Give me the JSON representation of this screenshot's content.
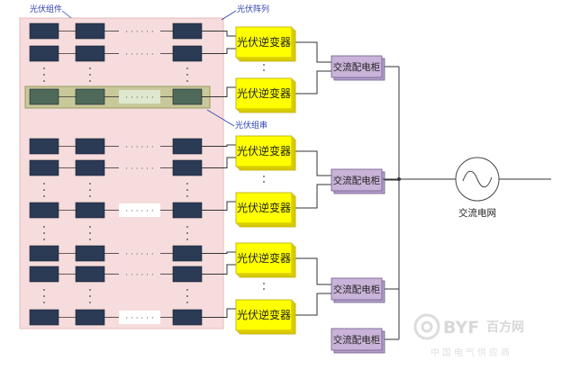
{
  "labels": {
    "module": "光伏组件",
    "array": "光伏阵列",
    "string": "光伏组串",
    "inverter": "光伏逆变器",
    "ac_cabinet": "交流配电柜",
    "grid": "交流电网",
    "dots_row": "· · · · · ·",
    "dots_col": "·\n·\n·"
  },
  "watermark": {
    "brand": "BYF",
    "brand_cn": "百方网",
    "slogan": "中国电气供应商"
  },
  "colors": {
    "array_bg": "#f6dcdc",
    "panel": "#2b3a55",
    "panel_highlight": "#4f6a59",
    "string_band": "#c8c89a",
    "inverter": "#ffff00",
    "inverter_border": "#b8a800",
    "cabinet": "#c9b3d8",
    "cabinet_border": "#6e5a8c",
    "callout_text": "#2a3fb0",
    "wire": "#333333"
  }
}
